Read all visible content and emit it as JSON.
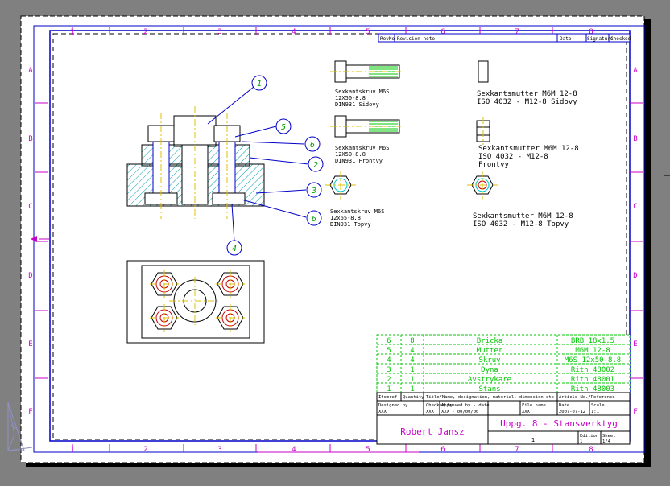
{
  "sheet": {
    "top_zones": [
      "1",
      "2",
      "3",
      "4",
      "5",
      "6",
      "7",
      "8"
    ],
    "bottom_zones": [
      "1",
      "2",
      "3",
      "4",
      "5",
      "6",
      "7",
      "8"
    ],
    "side_zones": [
      "A",
      "B",
      "C",
      "D",
      "E",
      "F"
    ]
  },
  "balloons": [
    "1",
    "5",
    "6",
    "2",
    "3",
    "6",
    "4"
  ],
  "revision_table": {
    "rev": "RevNo",
    "note": "Revision note",
    "date": "Date",
    "signature": "Signature",
    "checked": "Checked"
  },
  "callouts": {
    "screw_side": [
      "Sexkantskruv M6S",
      "12X50-8.8",
      "DIN931 Sidovy"
    ],
    "screw_front": [
      "Sexkantskruv M6S",
      "12X50-8.8",
      "DIN931 Frontvy"
    ],
    "screw_top": [
      "Sexkantskruv M6S",
      "12x65-8.8",
      "DIN931 Topvy"
    ],
    "nut_side": [
      "Sexkantsmutter M6M 12-8",
      "ISO 4032 - M12-8 Sidovy"
    ],
    "nut_front": [
      "Sexkantsmutter M6M 12-8",
      "ISO 4032 - M12-8",
      "Frontvy"
    ],
    "nut_top": [
      "Sexkantsmutter M6M 12-8",
      "ISO 4032 - M12-8 Topvy"
    ]
  },
  "parts_list": [
    {
      "no": "6",
      "qty": "8",
      "name": "Bricka",
      "ref": "BRB 18x1.5"
    },
    {
      "no": "5",
      "qty": "4",
      "name": "Mutter",
      "ref": "M6M 12-8"
    },
    {
      "no": "4",
      "qty": "4",
      "name": "Skruv",
      "ref": "M6S 12x50-8.8"
    },
    {
      "no": "3",
      "qty": "1",
      "name": "Dyna",
      "ref": "Ritn 48002"
    },
    {
      "no": "2",
      "qty": "1",
      "name": "Avstrykare",
      "ref": "Ritn 48001"
    },
    {
      "no": "1",
      "qty": "1",
      "name": "Stans",
      "ref": "Ritn 48003"
    }
  ],
  "title_block": {
    "headers": {
      "itemref": "Itemref",
      "quantity": "Quantity",
      "title": "Title/Name, designation, material, dimension etc",
      "article": "Article No./Reference"
    },
    "designed_by_label": "Designed by",
    "designed_by": "XXX",
    "checked_by_label": "Checked by",
    "checked_by": "XXX",
    "approved_label": "Approved by - date",
    "approved": "XXX - 00/00/00",
    "file_name_label": "File name",
    "file_name": "XXX",
    "date_label": "Date",
    "date": "2007-07-12",
    "scale_label": "Scale",
    "scale": "1:1",
    "author": "Robert Jansz",
    "title": "Uppg. 8 - Stansverktyg",
    "sheet_no": "1",
    "edition_label": "Edition",
    "edition": "1",
    "sheet_label": "Sheet",
    "sheet": "1/4"
  },
  "colors": {
    "background": "#808080",
    "paper": "#ffffff",
    "frame": "#0000c8",
    "zone_labels": "#c800c8",
    "parts_green": "#00c800",
    "centerline": "#e0c000",
    "title_magenta": "#c800c8",
    "hatch": "#00a0b0"
  }
}
